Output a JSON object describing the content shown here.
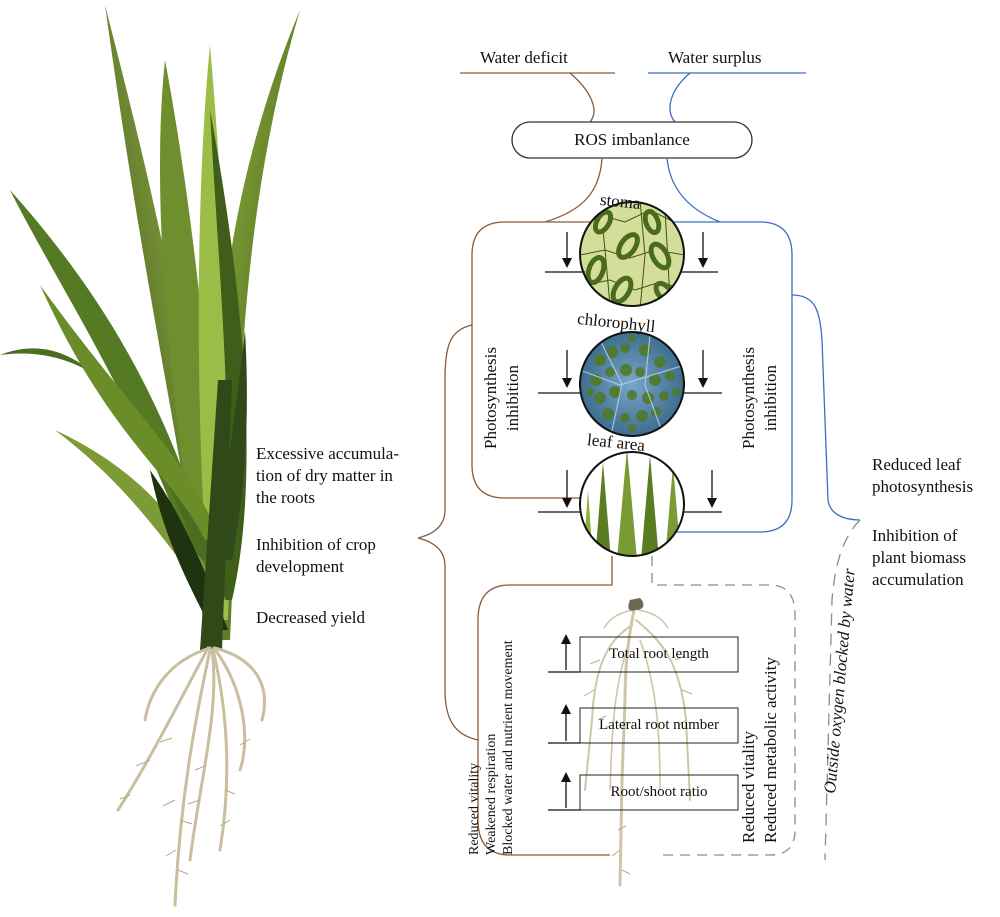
{
  "header": {
    "water_deficit": "Water deficit",
    "water_surplus": "Water surplus"
  },
  "ros_box": "ROS imbanlance",
  "circles": {
    "stoma": "stoma",
    "chlorophyll": "chlorophyll",
    "leaf_area": "leaf area"
  },
  "left_photosynthesis": [
    "Photosynthesis",
    "inhibition"
  ],
  "right_photosynthesis": [
    "Photosynthesis",
    "inhibition"
  ],
  "left_effects": {
    "excessive": [
      "Excessive accumula-",
      "tion of dry matter in",
      "the roots"
    ],
    "inhibition": [
      "Inhibition of crop",
      "development"
    ],
    "yield": "Decreased yield"
  },
  "right_effects": {
    "reduced_leaf": [
      "Reduced leaf",
      "photosynthesis"
    ],
    "inhibition_biomass": [
      "Inhibition of",
      "plant biomass",
      "accumulation"
    ]
  },
  "root_boxes": [
    "Total root length",
    "Lateral root number",
    "Root/shoot ratio"
  ],
  "root_left_vertical": [
    "Reduced vitality",
    "Weakened respiration",
    "Blocked water and nutrient movement"
  ],
  "root_right_vertical": [
    "Reduced vitality",
    "Reduced metabolic activity"
  ],
  "oxygen_label": "Outside oxygen blocked by water",
  "colors": {
    "deficit_line": "#8a5a3a",
    "surplus_line": "#3b6fc4",
    "dashed": "#8c8c8c",
    "leaf_dark": "#3b5a1c",
    "leaf_light": "#8fae3a",
    "root": "#d9d0b5"
  }
}
